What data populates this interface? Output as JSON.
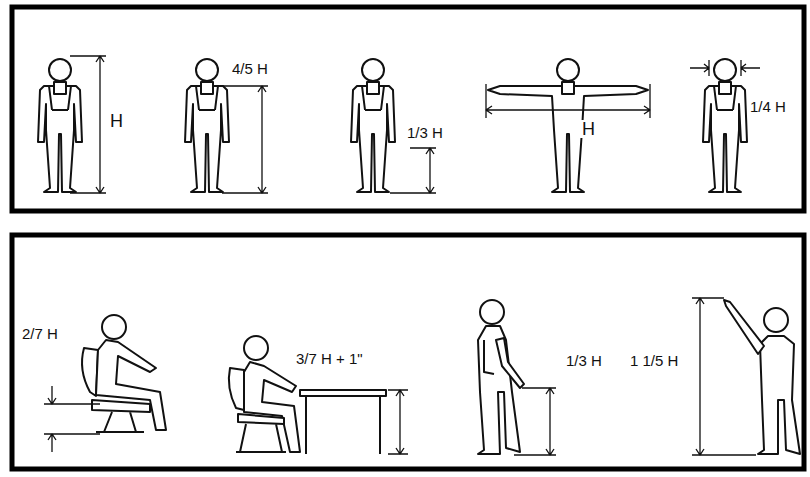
{
  "diagram": {
    "labels": [
      "H",
      "4/5 H",
      "1/3 H",
      "H",
      "1/4 H",
      "2/7 H",
      "3/7 H + 1\"",
      "1/3 H",
      "1 1/5 H"
    ]
  }
}
